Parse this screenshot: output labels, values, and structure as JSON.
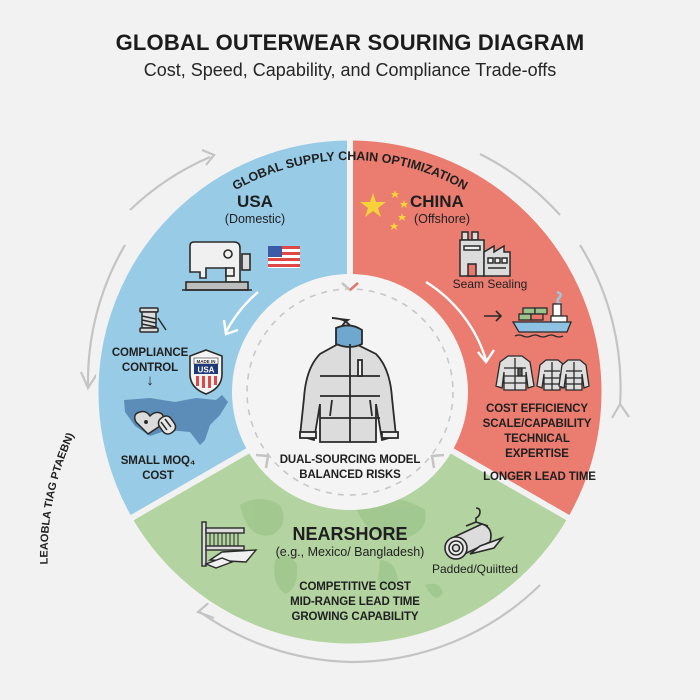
{
  "header": {
    "title": "GLOBAL OUTERWEAR SOURING DIAGRAM",
    "subtitle": "Cost, Speed, Capability, and Compliance Trade-offs"
  },
  "ring": {
    "top_arc_label": "GLOBAL SUPPLY CHAIN OPTIMIZATION",
    "left_arc_label": "LEAOBLA TIAG PTAEBN)"
  },
  "colors": {
    "usa": "#98cbe6",
    "china": "#ea7d70",
    "nearshore": "#b3d3a0",
    "center": "#f4f4f4",
    "background": "#f2f2f2",
    "arrow": "#c4c4c4"
  },
  "usa": {
    "title": "USA",
    "subtitle": "(Domestic)",
    "compliance": [
      "COMPLIANCE",
      "CONTROL"
    ],
    "badge_top": "MADE IN",
    "badge_main": "USA",
    "moq": [
      "SMALL MOQ₄",
      "COST"
    ],
    "icons": [
      "sewing-machine-icon",
      "us-flag-icon",
      "thread-spool-icon",
      "made-in-usa-shield-icon",
      "usa-map-icon",
      "heart-yarn-icon"
    ]
  },
  "china": {
    "title": "CHINA",
    "subtitle": "(Offshore)",
    "process": "Seam Sealing",
    "benefits": [
      "COST EFFICIENCY",
      "SCALE/CAPABILITY",
      "TECHNICAL",
      "EXPERTISE"
    ],
    "drawback": "LONGER LEAD TIME",
    "icons": [
      "china-flag-stars-icon",
      "factory-icon",
      "cargo-ship-icon",
      "jackets-icon"
    ]
  },
  "nearshore": {
    "title": "NEARSHORE",
    "subtitle": "(e.g., Mexico/ Bangladesh)",
    "material": "Padded/Quiitted",
    "benefits": [
      "COMPETITIVE COST",
      "MID-RANGE LEAD TIME",
      "GROWING CAPABILITY"
    ],
    "icons": [
      "loom-icon",
      "fabric-roll-icon",
      "world-map-icon"
    ]
  },
  "center": {
    "lines": [
      "DUAL-SOURCING MODEL",
      "BALANCED RISKS"
    ],
    "icon": "puffer-jacket-icon"
  }
}
